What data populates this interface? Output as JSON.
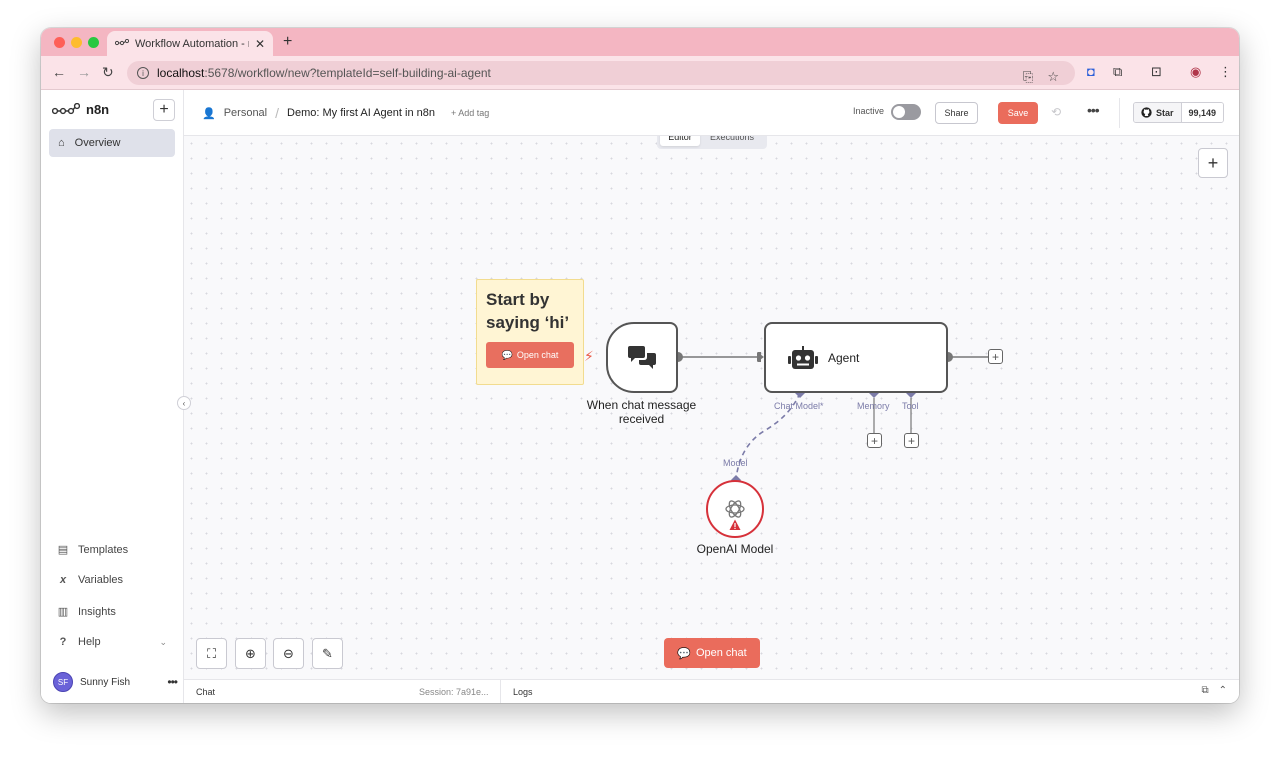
{
  "browser": {
    "tab_title": "Workflow Automation - n8n[D",
    "tab_close": "✕",
    "new_tab": "+",
    "url_host": "localhost",
    "url_rest": ":5678/workflow/new?templateId=self-building-ai-agent"
  },
  "sidebar": {
    "logo_text": "n8n",
    "add_label": "+",
    "overview_label": "Overview",
    "items": [
      {
        "label": "Templates",
        "icon": "template-icon"
      },
      {
        "label": "Variables",
        "icon": "variable-icon"
      },
      {
        "label": "Insights",
        "icon": "insights-icon"
      },
      {
        "label": "Help",
        "icon": "help-icon"
      }
    ],
    "user_initials": "SF",
    "user_name": "Sunny Fish"
  },
  "header": {
    "project": "Personal",
    "workflow_name": "Demo: My first AI Agent in n8n",
    "add_tag": "+ Add tag",
    "status_label": "Inactive",
    "share_label": "Share",
    "save_label": "Save",
    "github_star": "Star",
    "github_count": "99,149"
  },
  "canvas": {
    "tabs": {
      "editor": "Editor",
      "executions": "Executions"
    },
    "sticky_text": "Start by saying ‘hi’",
    "sticky_button": "Open chat",
    "trigger_label": "When chat message received",
    "agent_label": "Agent",
    "agent_ports": {
      "chat_model": "Chat Model*",
      "memory": "Memory",
      "tool": "Tool"
    },
    "model_port": "Model",
    "model_label": "OpenAI Model",
    "open_chat_button": "Open chat",
    "colors": {
      "accent": "#ea6c5c",
      "connector": "#7b7ba8",
      "error": "#d6313a"
    }
  },
  "bottom": {
    "chat_label": "Chat",
    "session_label": "Session: 7a91e...",
    "logs_label": "Logs"
  }
}
